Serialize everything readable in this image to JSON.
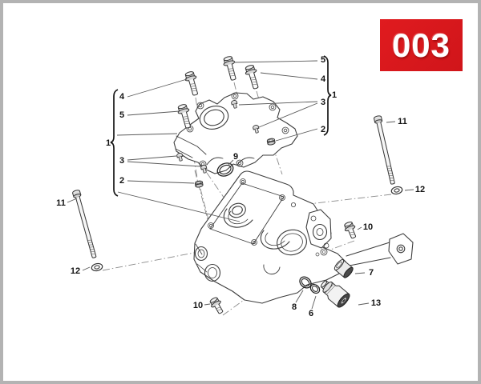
{
  "page": {
    "kind": "exploded-parts-diagram",
    "subject": "cylinder head assembly",
    "background": "#ffffff",
    "frame_color": "#b3b3b3",
    "line_color": "#3d3d3d",
    "dash_line_color": "#8a8a8a"
  },
  "badge": {
    "text": "003",
    "background": "#d9181c",
    "text_color": "#ffffff"
  },
  "callouts": {
    "l4": "4",
    "l5": "5",
    "l1": "1",
    "l3": "3",
    "l2": "2",
    "l11": "11",
    "l12": "12",
    "b10l": "10",
    "o9": "9",
    "o8": "8",
    "o6": "6",
    "r5": "5",
    "r4": "4",
    "r1": "1",
    "r3": "3",
    "r2": "2",
    "r11": "11",
    "r12": "12",
    "b10r": "10",
    "p7": "7",
    "p13": "13"
  }
}
